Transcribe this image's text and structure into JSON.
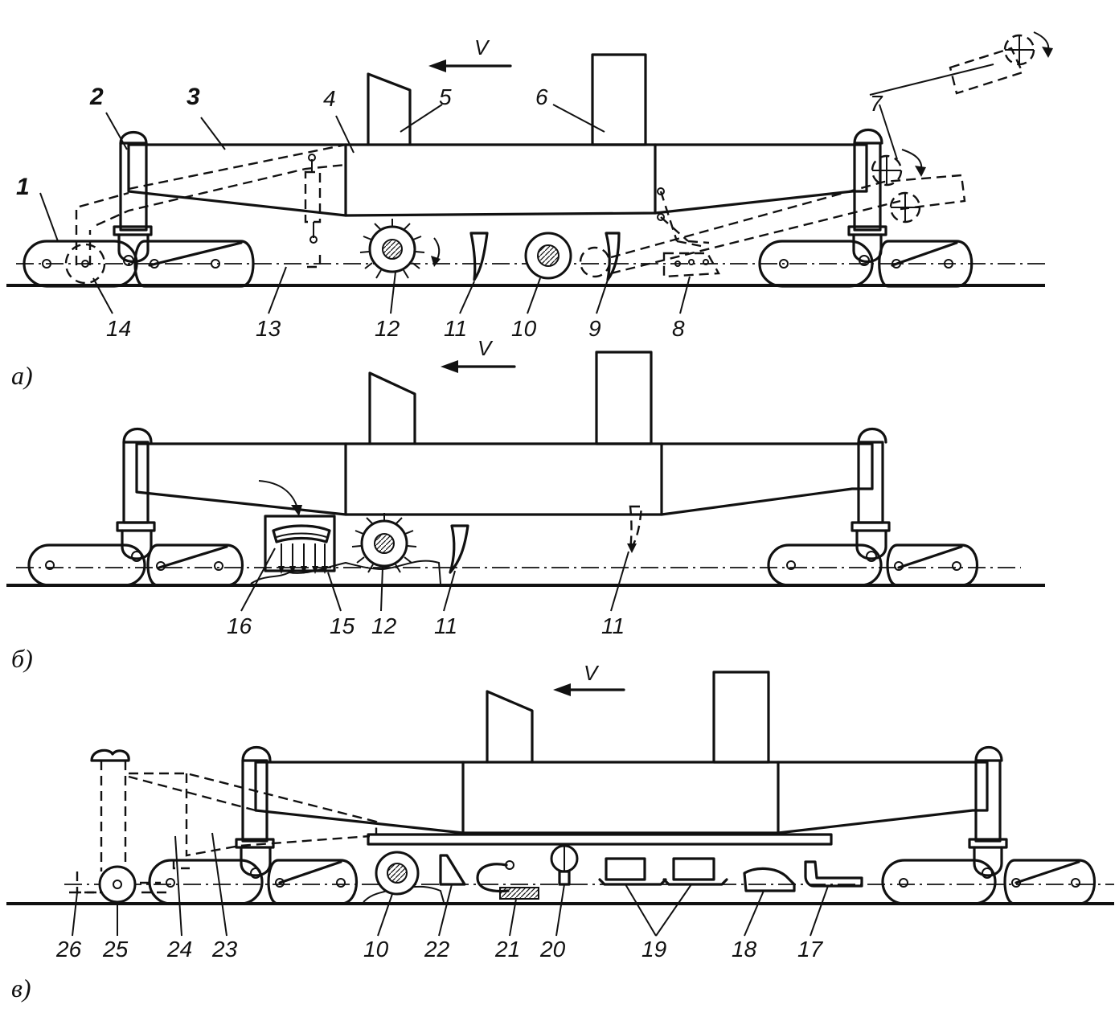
{
  "figure": {
    "panels": [
      {
        "id": "a",
        "caption": "а)",
        "velocity": "V",
        "labels": [
          "1",
          "2",
          "3",
          "4",
          "5",
          "6",
          "7",
          "8",
          "9",
          "10",
          "11",
          "12",
          "13",
          "14"
        ]
      },
      {
        "id": "b",
        "caption": "б)",
        "velocity": "V",
        "labels": [
          "16",
          "15",
          "12",
          "11",
          "11"
        ]
      },
      {
        "id": "c",
        "caption": "в)",
        "velocity": "V",
        "labels": [
          "26",
          "25",
          "24",
          "23",
          "10",
          "22",
          "21",
          "20",
          "19",
          "18",
          "17"
        ]
      }
    ]
  }
}
